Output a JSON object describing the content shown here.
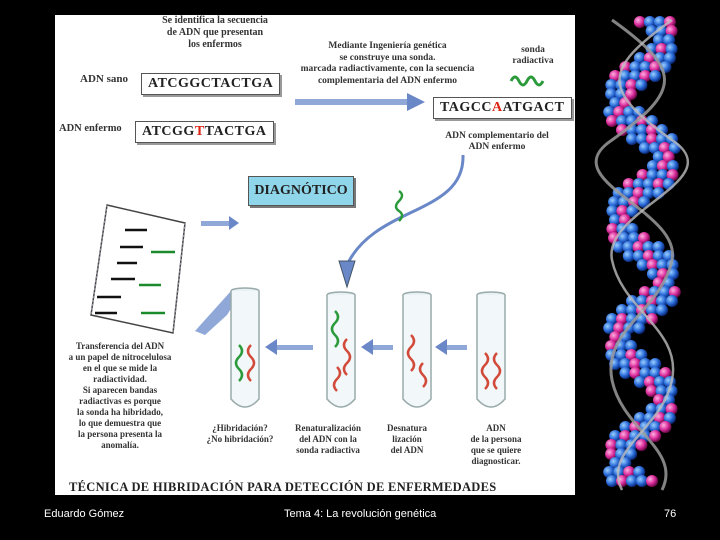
{
  "footer": {
    "author": "Eduardo Gómez",
    "topic": "Tema 4: La revolución genética",
    "page": "76"
  },
  "diagram": {
    "intro": [
      "Se identifica la secuencia",
      "de ADN que presentan",
      "los enfermos"
    ],
    "healthy_label": "ADN sano",
    "healthy_seq": "ATCGGCTACTGA",
    "sick_label": "ADN enfermo",
    "sick_seq_a": "ATCGG",
    "sick_seq_red": "T",
    "sick_seq_b": "TACTGA",
    "engineering": [
      "Mediante Ingeniería genética",
      "se construye una sonda.",
      "marcada radiactivamente, con la secuencia",
      "complementaria del ADN enfermo"
    ],
    "probe_label": [
      "sonda",
      "radiactiva"
    ],
    "comp_seq_a": "TAGCC",
    "comp_seq_red": "A",
    "comp_seq_b": "ATGACT",
    "comp_label": [
      "ADN complementario del",
      "ADN enfermo"
    ],
    "diagnosis": "DIAGNÓTICO",
    "transfer": [
      "Transferencia del ADN",
      "a un papel de nitrocelulosa",
      "en el que se mide la",
      "radiactividad.",
      "Si aparecen bandas",
      "radiactivas es porque",
      "la sonda ha hibridado,",
      "lo que demuestra que",
      "la persona presenta la",
      "anomalía."
    ],
    "step1": [
      "¿Hibridación?",
      "¿No hibridación?"
    ],
    "step2": [
      "Renaturalización",
      "del ADN con la",
      "sonda radiactiva"
    ],
    "step3": [
      "Desnatura",
      "lización",
      "del ADN"
    ],
    "step4": [
      "ADN",
      "de la persona",
      "que se quiere",
      "diagnosticar."
    ],
    "caption": "TÉCNICA DE HIBRIDACIÓN PARA DETECCIÓN DE ENFERMEDADES"
  }
}
